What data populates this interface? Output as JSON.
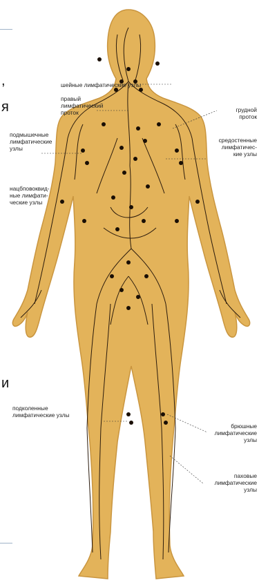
{
  "labels": {
    "cervical_nodes": "шейные лимфатические узлы",
    "right_duct": "правый\nлимфатический\nпроток",
    "thoracic_duct": "грудной\nпроток",
    "axillary_nodes": "подмышечные\nлимфатические\nузлы",
    "mediastinal_nodes": "средостенные\nлимфатичес-\nкие узлы",
    "mastoid_nodes": "нацбповоквид-\nные лимфати-\nческие узлы",
    "popliteal_nodes": "подколенные\nлимфатические узлы",
    "abdominal_nodes": "брюшные\nлимфатические\nузлы",
    "inguinal_nodes": "паховые\nлимфатические\nузлы"
  },
  "cropped_text": {
    "top_comma": ",",
    "second_char": "я",
    "mid_char": "и"
  },
  "colors": {
    "body_fill": "#e3b35a",
    "body_edge": "#c9953f",
    "vessel": "#2a1a0c",
    "node": "#1a0f05",
    "text": "#222222",
    "edge_line": "#9fb3c8"
  }
}
